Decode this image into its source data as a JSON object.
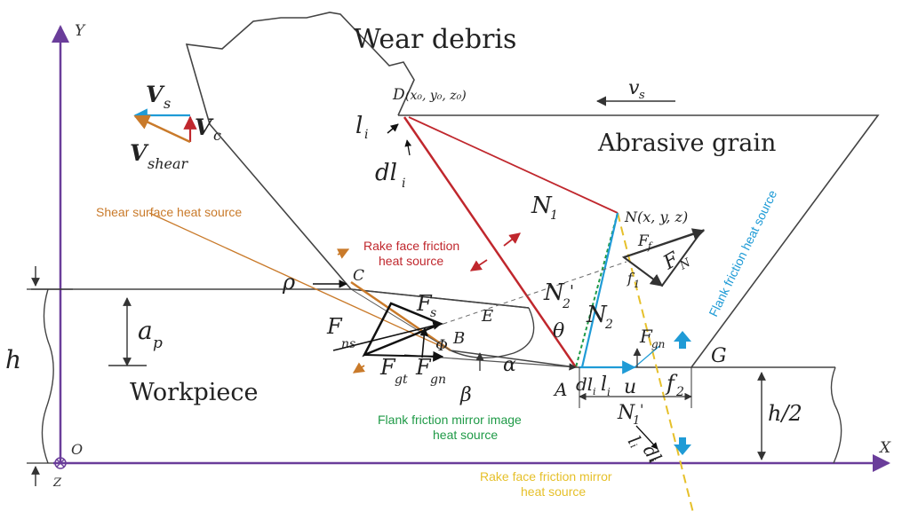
{
  "colors": {
    "axis": "#6a3d9a",
    "ink": "#3a3a3a",
    "red": "#c0272d",
    "orange": "#c97a2a",
    "green": "#1f9a47",
    "blue": "#1f9bd6",
    "yellow": "#e6c02a"
  },
  "labels": {
    "y_axis": "Y",
    "x_axis": "X",
    "origin": "O",
    "z_axis": "Z",
    "wear_debris": "Wear debris",
    "abrasive_grain": "Abrasive grain",
    "workpiece": "Workpiece",
    "point_d": "D",
    "point_d_coords": "(x₀, y₀, z₀)",
    "v_s_top": "v",
    "v_s_top_sub": "s",
    "vel_vs": "V",
    "vel_vs_sub": "s",
    "vel_vc": "V",
    "vel_vc_sub": "c",
    "vel_vshear": "V",
    "vel_vshear_sub": "shear",
    "l_i_top": "l",
    "l_i_top_sub": "i",
    "dl_i_top": "dl",
    "dl_i_top_sub": "i",
    "shear_heat": "Shear surface heat source",
    "rake_heat_line1": "Rake face friction",
    "rake_heat_line2": "heat source",
    "flank_heat": "Flank friction heat source",
    "flank_mirror_line1": "Flank friction mirror image",
    "flank_mirror_line2": "heat source",
    "rake_mirror_line1": "Rake face friction mirror",
    "rake_mirror_line2": "heat source",
    "n1": "N",
    "n1_sub": "1",
    "n_point": "N(x, y, z)",
    "n2_prime": "N",
    "n2_prime_sub": "2",
    "n2_prime_mark": "'",
    "n2": "N",
    "n2_sub": "2",
    "n1_prime": "N",
    "n1_prime_sub": "1",
    "n1_prime_mark": "'",
    "f_top": "F",
    "f_top_sub": "f",
    "f_n": "F",
    "f_n_sub": "N",
    "f1": "f",
    "f1_sub": "1",
    "f2": "f",
    "f2_sub": "2",
    "f_gn_right": "F",
    "f_gn_right_sub": "gn",
    "rho": "ρ",
    "c": "C",
    "e": "E",
    "b": "B",
    "a": "A",
    "g": "G",
    "a_p": "a",
    "a_p_sub": "p",
    "h": "h",
    "h_half": "h/2",
    "f_s": "F",
    "f_s_sub": "s",
    "f_ns": "F",
    "f_ns_sub": "ns",
    "f_gt": "F",
    "f_gt_sub": "gt",
    "f_gn": "F",
    "f_gn_sub": "gn",
    "phi": "Φ",
    "theta": "θ",
    "alpha": "α",
    "beta": "β",
    "dl_i_bottom": "dl",
    "dl_i_bottom_sub": "i",
    "l_i_bottom": "l",
    "l_i_bottom_sub": "i",
    "u": "u",
    "l_i_mirror": "l",
    "l_i_mirror_sub": "i",
    "dl_i_mirror": "dl",
    "dl_i_mirror_sub": "i"
  }
}
